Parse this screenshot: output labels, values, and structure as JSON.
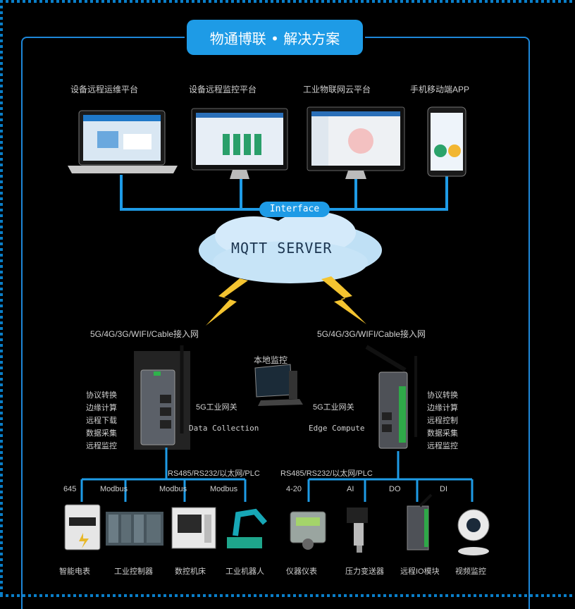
{
  "title": "物通博联 • 解决方案",
  "platforms": [
    {
      "label": "设备远程运维平台"
    },
    {
      "label": "设备远程监控平台"
    },
    {
      "label": "工业物联网云平台"
    },
    {
      "label": "手机移动端APP"
    }
  ],
  "interface_label": "Interface",
  "server_label": "MQTT SERVER",
  "gateway_left_title": "5G/4G/3G/WIFI/Cable接入网",
  "gateway_right_title": "5G/4G/3G/WIFI/Cable接入网",
  "center_pc_label": "本地监控",
  "left_features": [
    "协议转换",
    "边缘计算",
    "远程下载",
    "数据采集",
    "远程监控"
  ],
  "right_features": [
    "协议转换",
    "边缘计算",
    "远程控制",
    "数据采集",
    "远程监控"
  ],
  "left_mid_label": "5G工业网关",
  "left_data_label": "Data Collection",
  "right_mid_label": "5G工业网关",
  "right_edge_label": "Edge Compute",
  "bus_left_label": "RS485/RS232/以太网/PLC",
  "bus_right_label": "RS485/RS232/以太网/PLC",
  "bottom_protocols": [
    "645",
    "Modbus",
    "Modbus",
    "Modbus",
    "4-20",
    "AI",
    "DO",
    "DI"
  ],
  "bottom_devices": [
    "智能电表",
    "工业控制器",
    "数控机床",
    "工业机器人",
    "仪器仪表",
    "压力变送器",
    "远程IO模块",
    "视频监控"
  ]
}
